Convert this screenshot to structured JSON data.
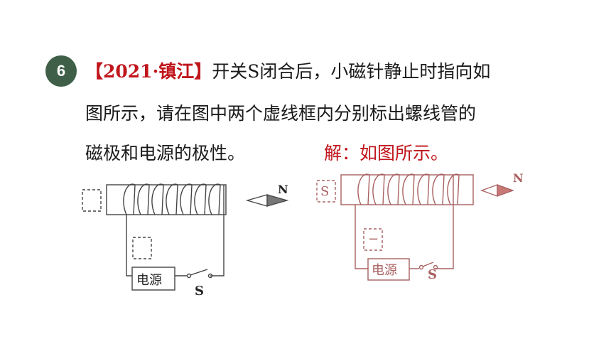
{
  "question": {
    "number": "6",
    "source_tag": "【2021·镇江】",
    "line1": "开关S闭合后，小磁针静止时指向如",
    "line2": "图所示，请在图中两个虚线框内分别标出螺线管的",
    "line3": "磁极和电源的极性。"
  },
  "answer": {
    "text": "解：如图所示。"
  },
  "left_diagram": {
    "power_label": "电源",
    "switch_label": "S",
    "needle_label": "N"
  },
  "right_diagram": {
    "power_label": "电源",
    "switch_label": "S",
    "needle_label": "N",
    "coil_pole": "S",
    "battery_polarity": "−"
  },
  "colors": {
    "badge": "#3f5f48",
    "highlight": "#c0161c",
    "answer_diagram": "#a86060"
  }
}
